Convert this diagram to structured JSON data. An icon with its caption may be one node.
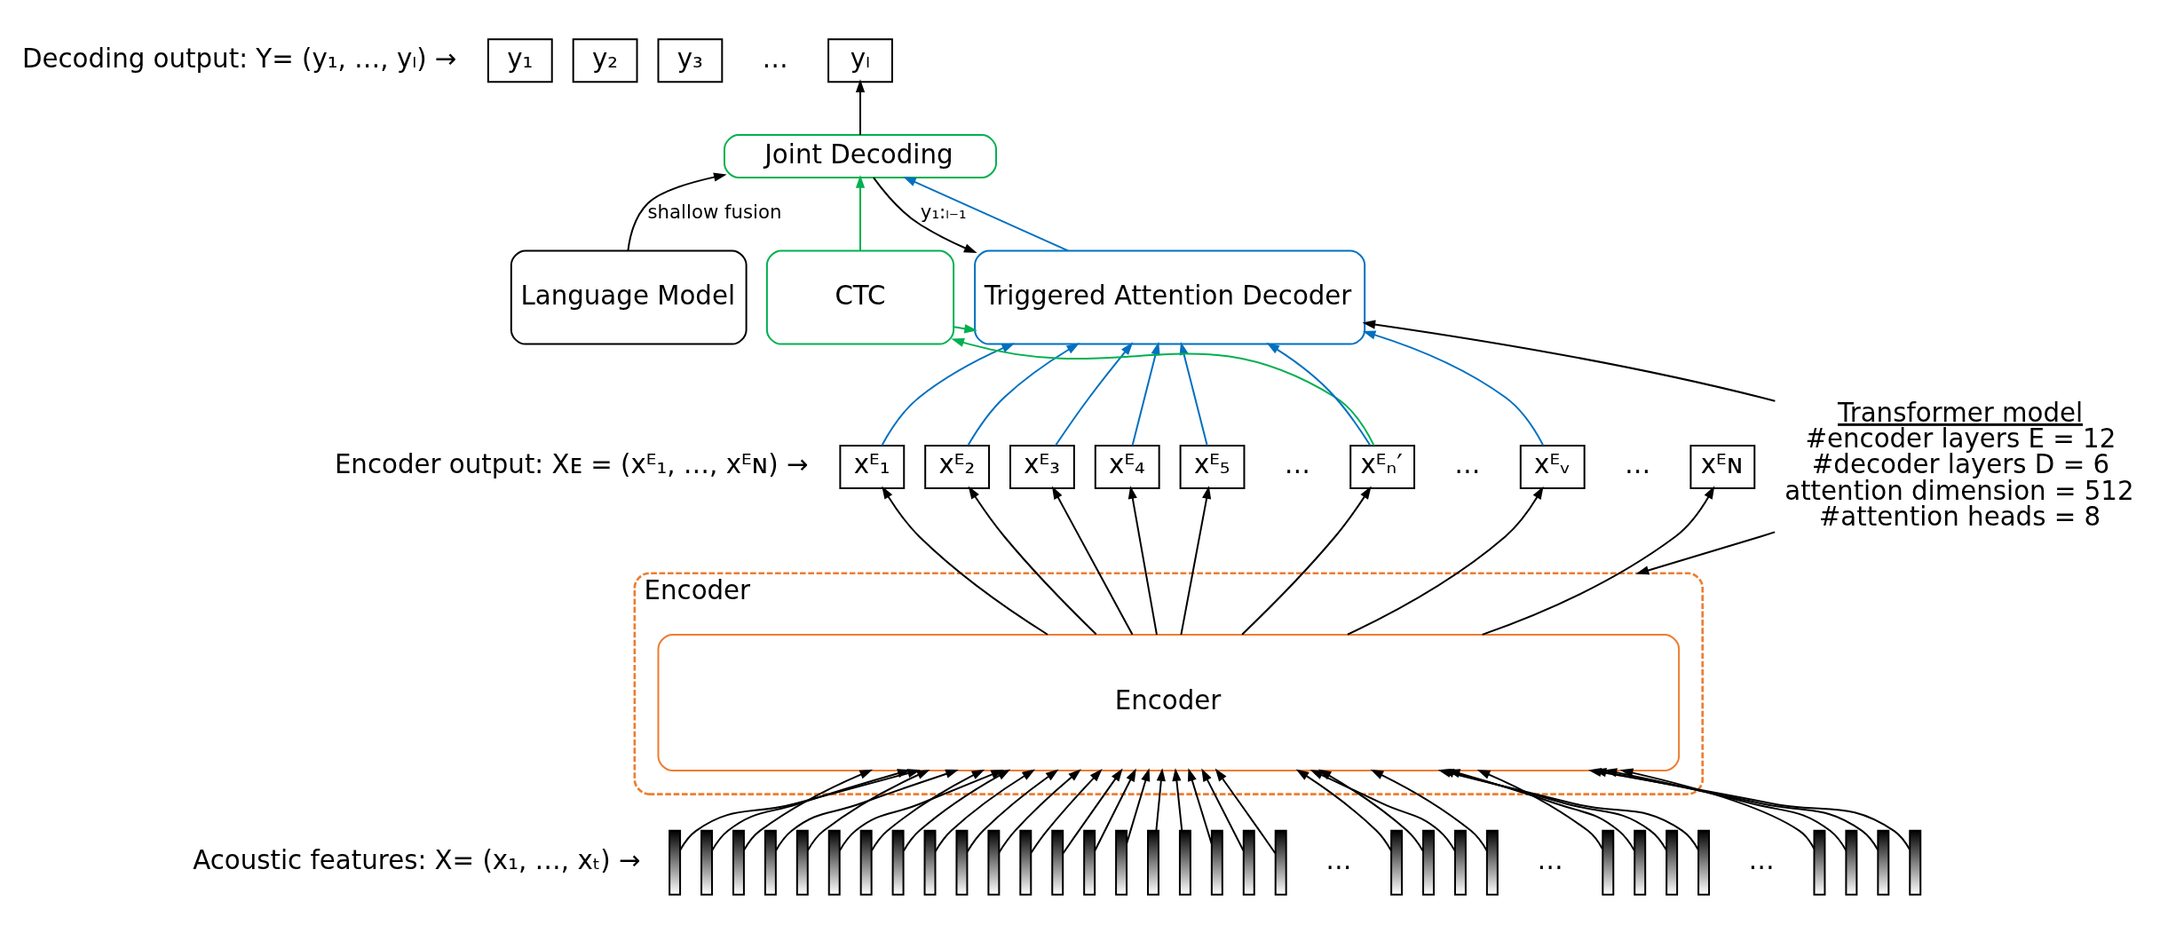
{
  "diagram": {
    "nodes": [
      {
        "text": [
          "Joint Decoding"
        ]
      },
      {
        "text": [
          "Language Model"
        ]
      },
      {
        "text": [
          "CTC"
        ]
      },
      {
        "text": [
          "Triggered Attention Decoder"
        ]
      },
      {
        "text": [
          "y₁"
        ]
      },
      {
        "text": [
          "y₂"
        ]
      },
      {
        "text": [
          "y₃"
        ]
      },
      {
        "text": [
          "yₗ"
        ]
      },
      {
        "text": [
          "Transformer model",
          "#encoder layers E = 12",
          "#decoder layers D = 6",
          "attention dimension = 512",
          "#attention heads = 8"
        ]
      },
      {
        "text": [
          "xᴱ₁"
        ]
      },
      {
        "text": [
          "xᴱ₂"
        ]
      },
      {
        "text": [
          "xᴱ₃"
        ]
      },
      {
        "text": [
          "xᴱ₄"
        ]
      },
      {
        "text": [
          "xᴱ₅"
        ]
      },
      {
        "text": [
          "xᴱₙ′"
        ]
      },
      {
        "text": [
          "xᴱᵥ"
        ]
      },
      {
        "text": [
          "xᴱɴ"
        ]
      },
      {
        "text": [
          "Encoder"
        ]
      },
      {
        "text": [
          "Encoder"
        ],
        "in": 17
      },
      {
        "text": [],
        "shape": "bar"
      },
      {
        "text": [],
        "shape": "bar"
      },
      {
        "text": [],
        "shape": "bar"
      },
      {
        "text": [],
        "shape": "bar"
      },
      {
        "text": [],
        "shape": "bar"
      },
      {
        "text": [],
        "shape": "bar"
      },
      {
        "text": [],
        "shape": "bar"
      },
      {
        "text": [],
        "shape": "bar"
      },
      {
        "text": [],
        "shape": "bar"
      },
      {
        "text": [],
        "shape": "bar"
      },
      {
        "text": [],
        "shape": "bar"
      },
      {
        "text": [],
        "shape": "bar"
      },
      {
        "text": [],
        "shape": "bar"
      },
      {
        "text": [],
        "shape": "bar"
      },
      {
        "text": [],
        "shape": "bar"
      },
      {
        "text": [],
        "shape": "bar"
      },
      {
        "text": [],
        "shape": "bar"
      },
      {
        "text": [],
        "shape": "bar"
      },
      {
        "text": [],
        "shape": "bar"
      },
      {
        "text": [],
        "shape": "bar"
      },
      {
        "text": [],
        "shape": "bar"
      },
      {
        "text": [],
        "shape": "bar"
      },
      {
        "text": [],
        "shape": "bar"
      },
      {
        "text": [],
        "shape": "bar"
      },
      {
        "text": [],
        "shape": "bar"
      },
      {
        "text": [],
        "shape": "bar"
      },
      {
        "text": [],
        "shape": "bar"
      },
      {
        "text": [],
        "shape": "bar"
      },
      {
        "text": [],
        "shape": "bar"
      },
      {
        "text": [],
        "shape": "bar"
      },
      {
        "text": [],
        "shape": "bar"
      },
      {
        "text": [],
        "shape": "bar"
      }
    ],
    "edges": [
      {
        "from": 0,
        "to": 7,
        "arrow": "to"
      },
      {
        "from": 1,
        "to": 0,
        "arrow": "to",
        "label": "shallow fusion"
      },
      {
        "from": 2,
        "to": 0,
        "arrow": "to",
        "color": "#00b050"
      },
      {
        "from": 3,
        "to": 0,
        "arrow": "to",
        "color": "#0070c0"
      },
      {
        "from": 0,
        "to": 3,
        "arrow": "to",
        "label": "y₁:ₗ₋₁"
      },
      {
        "from": 2,
        "to": 3,
        "arrow": "to",
        "color": "#00b050"
      },
      {
        "from": 14,
        "to": 2,
        "arrow": "to",
        "color": "#00b050"
      },
      {
        "from": 9,
        "to": 3,
        "arrow": "to",
        "color": "#0070c0"
      },
      {
        "from": 10,
        "to": 3,
        "arrow": "to",
        "color": "#0070c0"
      },
      {
        "from": 11,
        "to": 3,
        "arrow": "to",
        "color": "#0070c0"
      },
      {
        "from": 12,
        "to": 3,
        "arrow": "to",
        "color": "#0070c0"
      },
      {
        "from": 13,
        "to": 3,
        "arrow": "to",
        "color": "#0070c0"
      },
      {
        "from": 14,
        "to": 3,
        "arrow": "to",
        "color": "#0070c0"
      },
      {
        "from": 15,
        "to": 3,
        "arrow": "to",
        "color": "#0070c0"
      },
      {
        "from": 8,
        "to": 3,
        "arrow": "to"
      },
      {
        "from": 8,
        "to": 17,
        "arrow": "to"
      },
      {
        "from": 18,
        "to": 9,
        "arrow": "to"
      },
      {
        "from": 18,
        "to": 10,
        "arrow": "to"
      },
      {
        "from": 18,
        "to": 11,
        "arrow": "to"
      },
      {
        "from": 18,
        "to": 12,
        "arrow": "to"
      },
      {
        "from": 18,
        "to": 13,
        "arrow": "to"
      },
      {
        "from": 18,
        "to": 14,
        "arrow": "to"
      },
      {
        "from": 18,
        "to": 15,
        "arrow": "to"
      },
      {
        "from": 18,
        "to": 16,
        "arrow": "to"
      },
      {
        "from": 19,
        "to": 18,
        "arrow": "to"
      },
      {
        "from": 20,
        "to": 18,
        "arrow": "to"
      },
      {
        "from": 21,
        "to": 18,
        "arrow": "to"
      },
      {
        "from": 22,
        "to": 18,
        "arrow": "to"
      },
      {
        "from": 23,
        "to": 18,
        "arrow": "to"
      },
      {
        "from": 24,
        "to": 18,
        "arrow": "to"
      },
      {
        "from": 25,
        "to": 18,
        "arrow": "to"
      },
      {
        "from": 26,
        "to": 18,
        "arrow": "to"
      },
      {
        "from": 27,
        "to": 18,
        "arrow": "to"
      },
      {
        "from": 28,
        "to": 18,
        "arrow": "to"
      },
      {
        "from": 29,
        "to": 18,
        "arrow": "to"
      },
      {
        "from": 30,
        "to": 18,
        "arrow": "to"
      },
      {
        "from": 31,
        "to": 18,
        "arrow": "to"
      },
      {
        "from": 32,
        "to": 18,
        "arrow": "to"
      },
      {
        "from": 33,
        "to": 18,
        "arrow": "to"
      },
      {
        "from": 34,
        "to": 18,
        "arrow": "to"
      },
      {
        "from": 35,
        "to": 18,
        "arrow": "to"
      },
      {
        "from": 36,
        "to": 18,
        "arrow": "to"
      },
      {
        "from": 37,
        "to": 18,
        "arrow": "to"
      },
      {
        "from": 38,
        "to": 18,
        "arrow": "to"
      },
      {
        "from": 39,
        "to": 18,
        "arrow": "to"
      },
      {
        "from": 40,
        "to": 18,
        "arrow": "to"
      },
      {
        "from": 41,
        "to": 18,
        "arrow": "to"
      },
      {
        "from": 42,
        "to": 18,
        "arrow": "to"
      },
      {
        "from": 43,
        "to": 18,
        "arrow": "to"
      },
      {
        "from": 44,
        "to": 18,
        "arrow": "to"
      },
      {
        "from": 45,
        "to": 18,
        "arrow": "to"
      },
      {
        "from": 46,
        "to": 18,
        "arrow": "to"
      },
      {
        "from": 47,
        "to": 18,
        "arrow": "to"
      },
      {
        "from": 48,
        "to": 18,
        "arrow": "to"
      },
      {
        "from": 49,
        "to": 18,
        "arrow": "to"
      },
      {
        "from": 50,
        "to": 18,
        "arrow": "to"
      }
    ],
    "labels": [
      "Decoding output: Y= (y₁, …, yₗ) →",
      "…",
      "Encoder output: Xᴇ = (xᴱ₁, …, xᴱɴ) →",
      "…",
      "…",
      "…",
      "Acoustic features: X= (x₁, …, xₜ) →",
      "…",
      "…",
      "…"
    ]
  }
}
